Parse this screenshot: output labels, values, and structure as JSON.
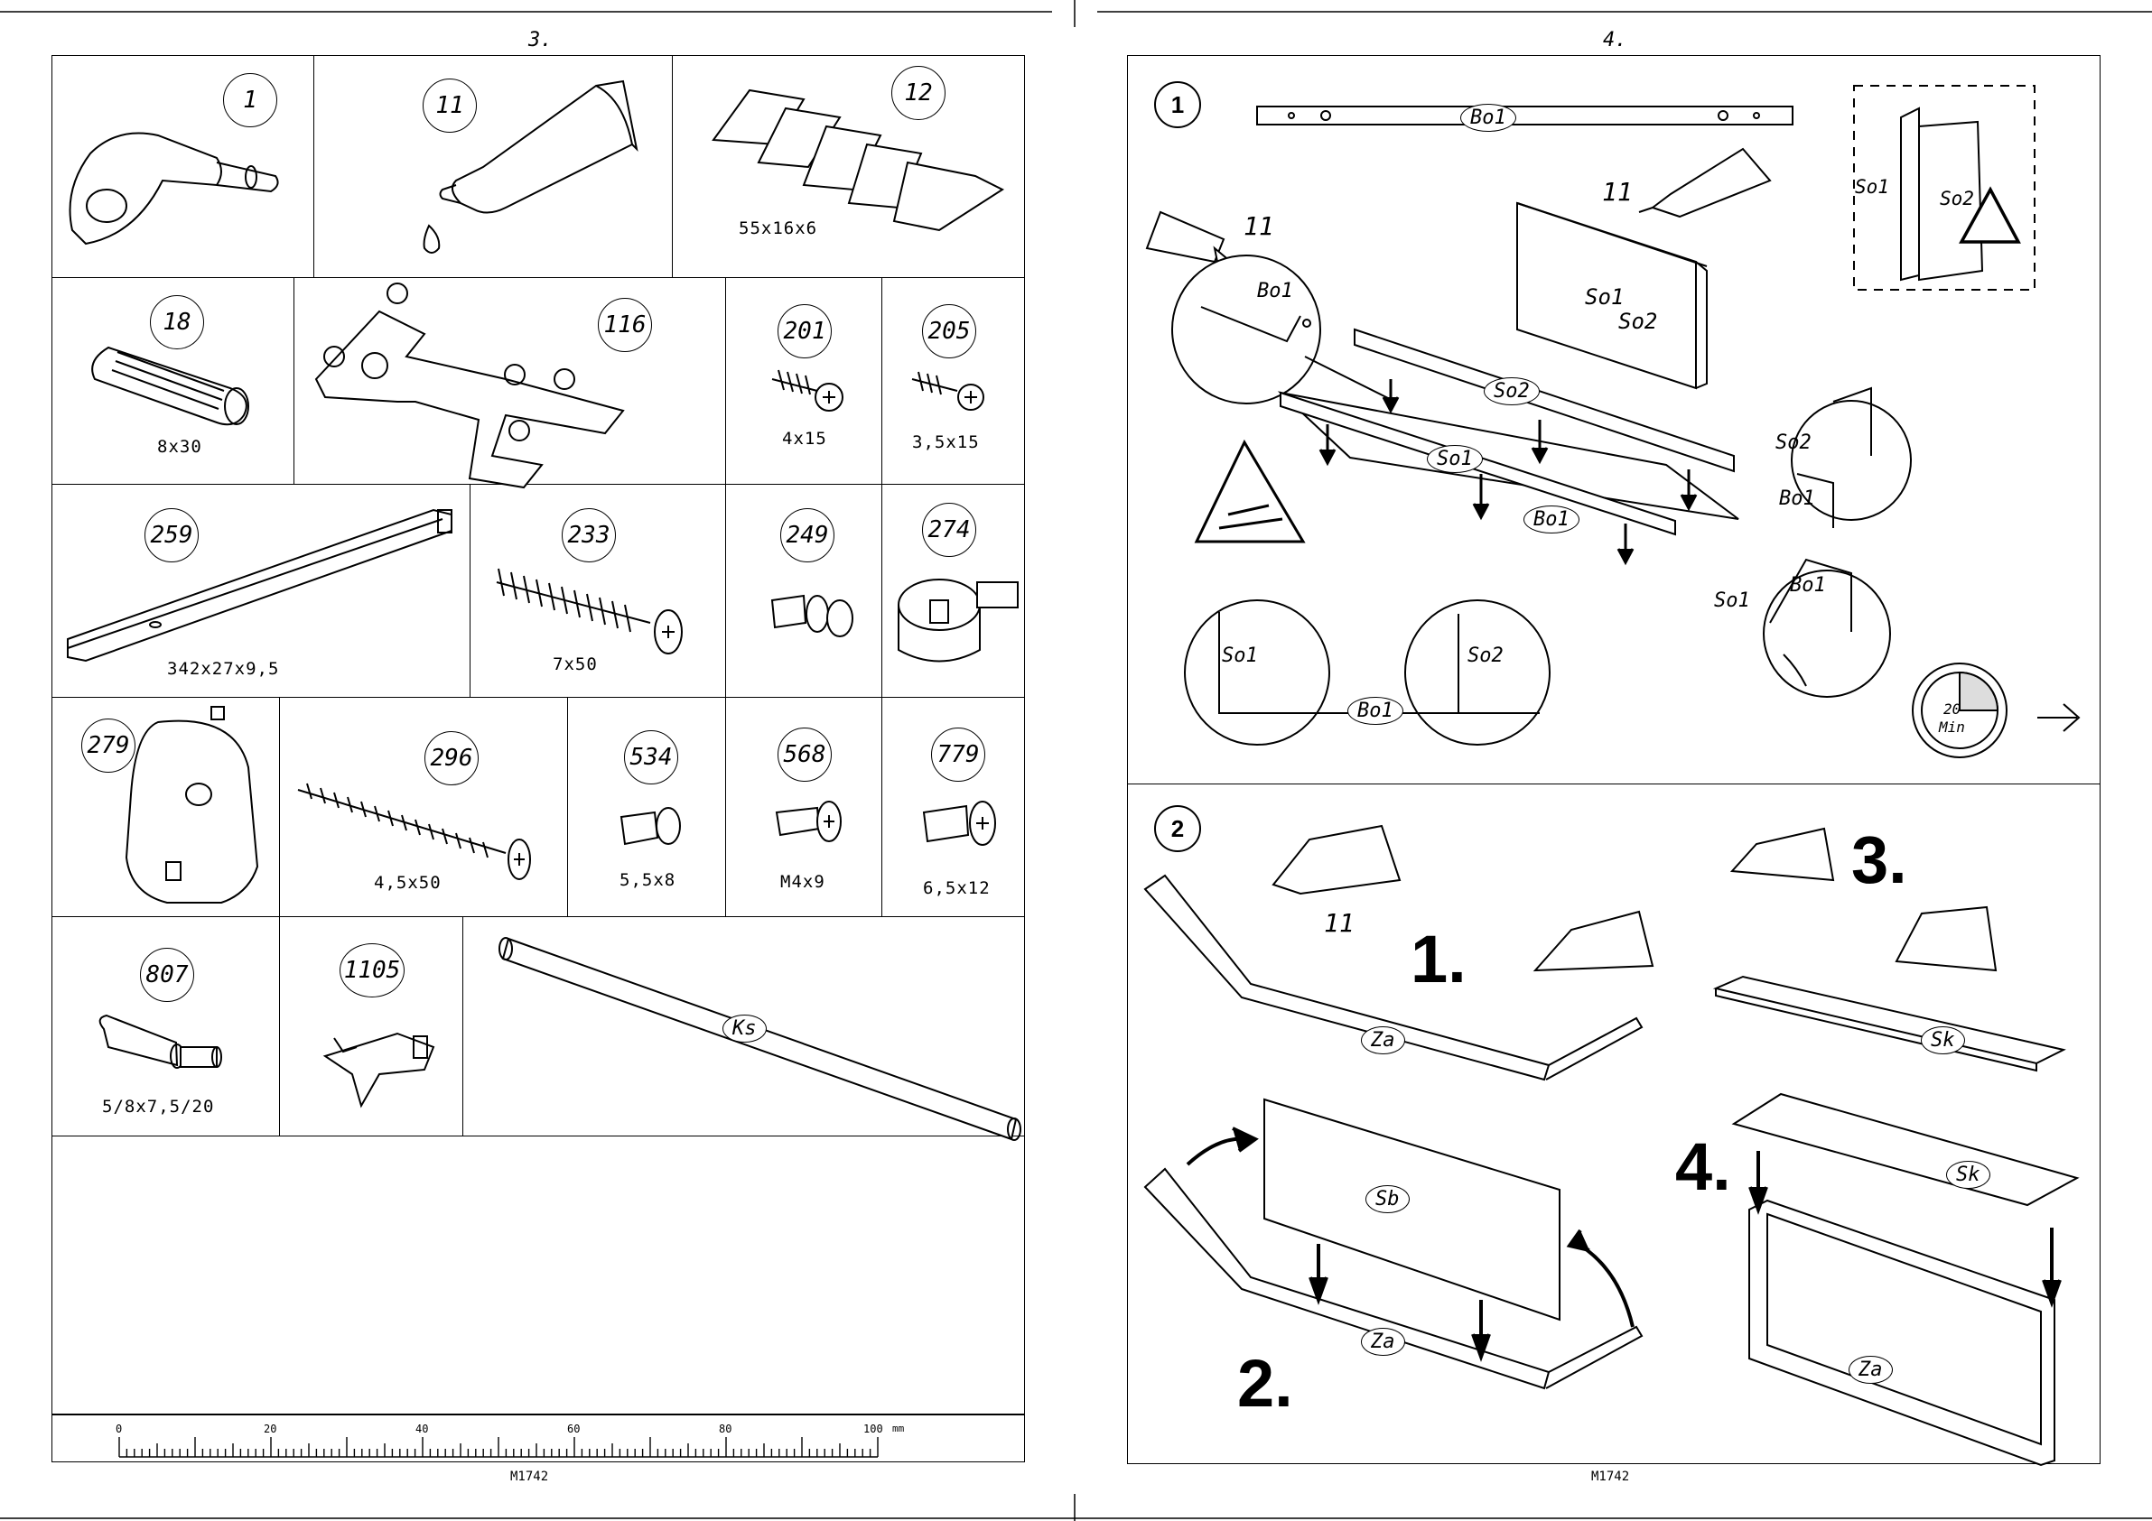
{
  "left_page": {
    "page_number": "3.",
    "footer_code": "M1742",
    "parts": [
      {
        "id": "1",
        "dim": ""
      },
      {
        "id": "11",
        "dim": ""
      },
      {
        "id": "12",
        "dim": "55x16x6"
      },
      {
        "id": "18",
        "dim": "8x30"
      },
      {
        "id": "116",
        "dim": ""
      },
      {
        "id": "201",
        "dim": "4x15"
      },
      {
        "id": "205",
        "dim": "3,5x15"
      },
      {
        "id": "259",
        "dim": "342x27x9,5"
      },
      {
        "id": "233",
        "dim": "7x50"
      },
      {
        "id": "249",
        "dim": ""
      },
      {
        "id": "274",
        "dim": ""
      },
      {
        "id": "279",
        "dim": ""
      },
      {
        "id": "296",
        "dim": "4,5x50"
      },
      {
        "id": "534",
        "dim": "5,5x8"
      },
      {
        "id": "568",
        "dim": "M4x9"
      },
      {
        "id": "779",
        "dim": "6,5x12"
      },
      {
        "id": "807",
        "dim": "5/8x7,5/20"
      },
      {
        "id": "1105",
        "dim": ""
      }
    ],
    "rod_label": "Ks",
    "ruler": {
      "ticks": [
        "0",
        "20",
        "40",
        "60",
        "80",
        "100"
      ],
      "unit": "mm"
    }
  },
  "right_page": {
    "page_number": "4.",
    "footer_code": "M1742",
    "step1": {
      "number": "1",
      "glue_label": "11",
      "labels": {
        "bo1": "Bo1",
        "so1": "So1",
        "so2": "So2"
      },
      "time_badge": {
        "value": "20",
        "unit": "Min"
      }
    },
    "step2": {
      "number": "2",
      "glue_label": "11",
      "substeps": [
        "1.",
        "2.",
        "3.",
        "4."
      ],
      "labels": {
        "za": "Za",
        "sb": "Sb",
        "sk": "Sk"
      }
    }
  },
  "colors": {
    "ink": "#000000",
    "paper": "#ffffff"
  }
}
